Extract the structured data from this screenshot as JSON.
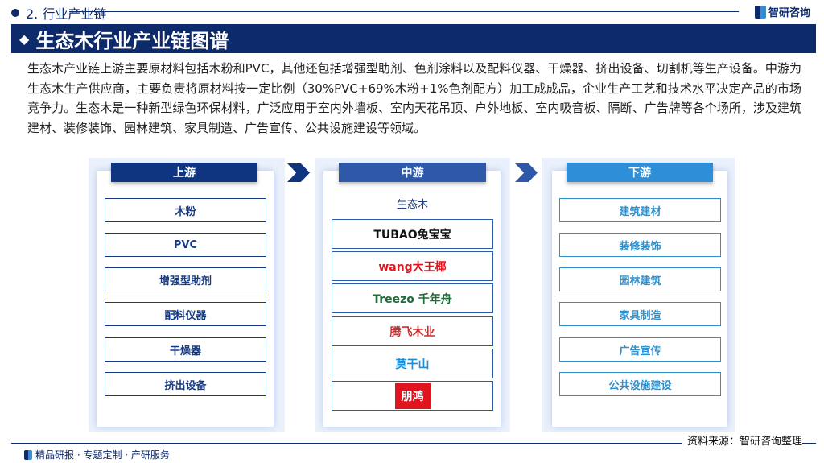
{
  "section": {
    "title": "2. 行业产业链"
  },
  "brand": {
    "name": "智研咨询"
  },
  "banner": {
    "title": "生态木行业产业链图谱"
  },
  "intro": "生态木产业链上游主要原材料包括木粉和PVC，其他还包括增强型助剂、色剂涂料以及配料仪器、干燥器、挤出设备、切割机等生产设备。中游为生态木生产供应商，主要负责将原材料按一定比例（30%PVC+69%木粉+1%色剂配方）加工成成品，企业生产工艺和技术水平决定产品的市场竞争力。生态木是一种新型绿色环保材料，广泛应用于室内外墙板、室内天花吊顶、户外地板、室内吸音板、隔断、广告牌等各个场所，涉及建筑建材、装修装饰、园林建筑、家具制造、广告宣传、公共设施建设等领域。",
  "upstream": {
    "title": "上游",
    "items": [
      "木粉",
      "PVC",
      "增强型助剂",
      "配料仪器",
      "干燥器",
      "挤出设备"
    ]
  },
  "midstream": {
    "title": "中游",
    "subtitle": "生态木",
    "logos": [
      {
        "text": "TUBAO兔宝宝",
        "color": "#111111"
      },
      {
        "text": "wang大王椰",
        "color": "#e0141e"
      },
      {
        "text": "Treezo 千年舟",
        "color": "#1f6b3a"
      },
      {
        "text": "腾飞木业",
        "color": "#d42b2b"
      },
      {
        "text": "莫干山",
        "color": "#1e8fd6"
      },
      {
        "text": "朋鸿",
        "color": "#ffffff"
      }
    ]
  },
  "downstream": {
    "title": "下游",
    "items": [
      "建筑建材",
      "装修装饰",
      "园林建筑",
      "家具制造",
      "广告宣传",
      "公共设施建设"
    ]
  },
  "footer": {
    "source": "资料来源：智研咨询整理",
    "tagline": "精品研报 · 专题定制 · 产研服务"
  },
  "colors": {
    "navy": "#0d2a6b",
    "up": "#163b84",
    "mid": "#2e58a8",
    "down": "#2e8fd8"
  }
}
